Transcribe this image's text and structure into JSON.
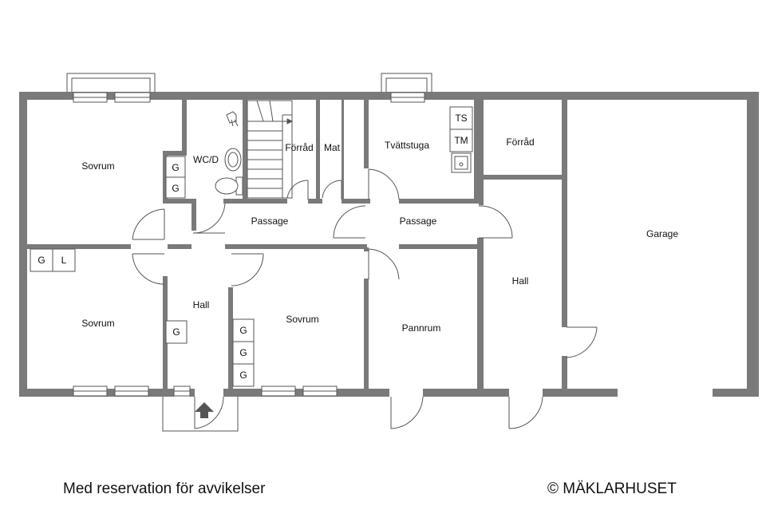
{
  "rooms": {
    "sovrum_1": "Sovrum",
    "wc": "WC/D",
    "forrad_1": "Förråd",
    "mat": "Mat",
    "tvattstuga": "Tvättstuga",
    "forrad_2": "Förråd",
    "garage": "Garage",
    "passage_1": "Passage",
    "passage_2": "Passage",
    "sovrum_2": "Sovrum",
    "hall_1": "Hall",
    "sovrum_3": "Sovrum",
    "pannrum": "Pannrum",
    "hall_2": "Hall"
  },
  "fixtures": {
    "ts": "TS",
    "tm": "TM",
    "g": "G",
    "l": "L"
  },
  "footer": {
    "disclaimer": "Med reservation för avvikelser",
    "copyright": "© MÄKLARHUSET"
  },
  "colors": {
    "wall": "#7a7a7a",
    "line": "#555555"
  }
}
